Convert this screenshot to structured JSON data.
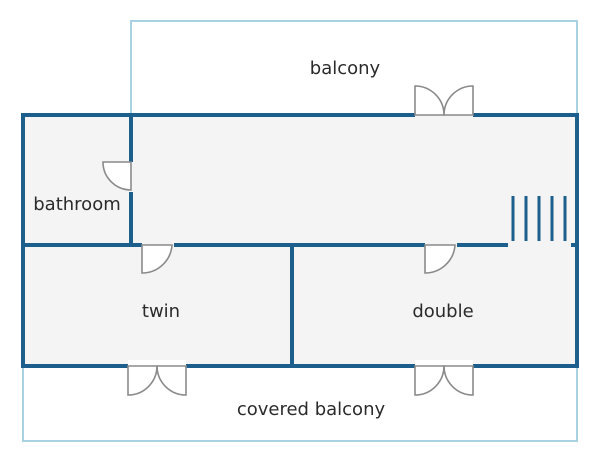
{
  "plan": {
    "labels": {
      "balcony": "balcony",
      "bathroom": "bathroom",
      "twin": "twin",
      "double": "double",
      "covered_balcony": "covered balcony"
    },
    "colors": {
      "wall": "#1c5f8c",
      "balcony_outline": "#a8d2e3",
      "floor": "#f4f4f4",
      "door": "#8a8a8a",
      "text": "#2b2b2b"
    },
    "icons": [
      "door-swing-icon",
      "double-door-icon",
      "stairs-icon"
    ]
  }
}
